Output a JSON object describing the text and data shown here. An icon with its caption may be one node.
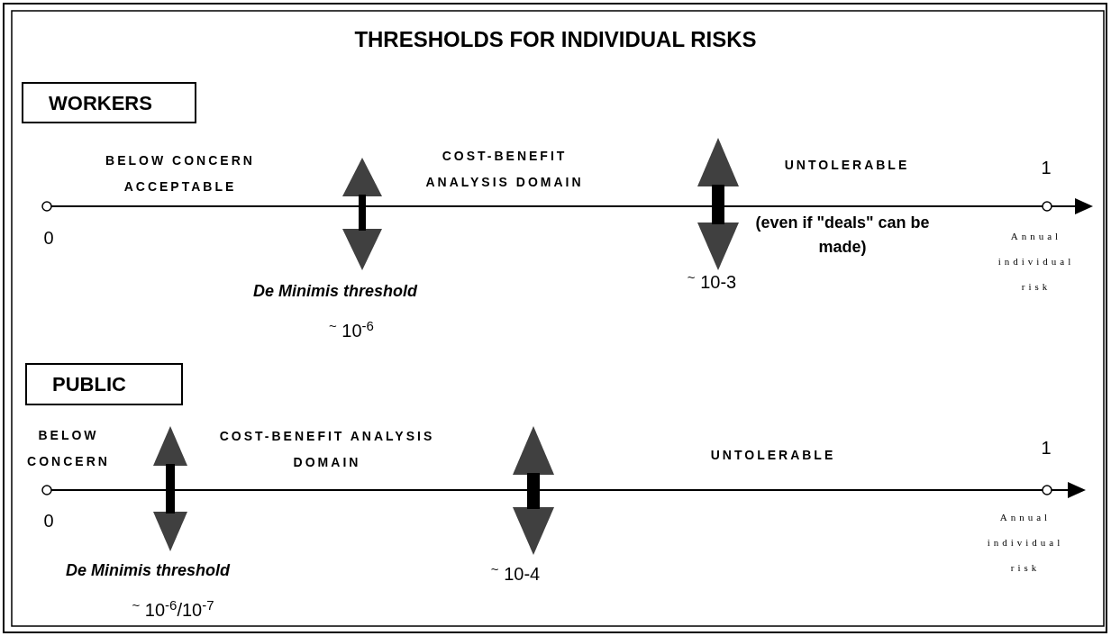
{
  "diagram": {
    "title": "THRESHOLDS FOR INDIVIDUAL RISKS",
    "nodes": [
      {
        "text": [
          "WORKERS"
        ]
      },
      {
        "text": [
          "PUBLIC"
        ]
      }
    ],
    "labels": [
      "BELOW CONCERN ACCEPTABLE",
      "COST-BENEFIT ANALYSIS DOMAIN",
      "UNTOLERABLE",
      "1",
      "0",
      "(even if \"deals\" can be made)",
      "$^{~}$ 10-3",
      "Annual individual risk",
      "De Minimis threshold",
      "$^{~}$ 10$^{-6}$",
      "BELOW CONCERN",
      "COST-BENEFIT ANALYSIS DOMAIN",
      "UNTOLERABLE",
      "1",
      "0",
      "Annual individual risk",
      "De Minimis threshold",
      "$^{~}$ 10-4",
      "$^{~}$ 10$^{-6}$/10$^{-7}$"
    ]
  }
}
